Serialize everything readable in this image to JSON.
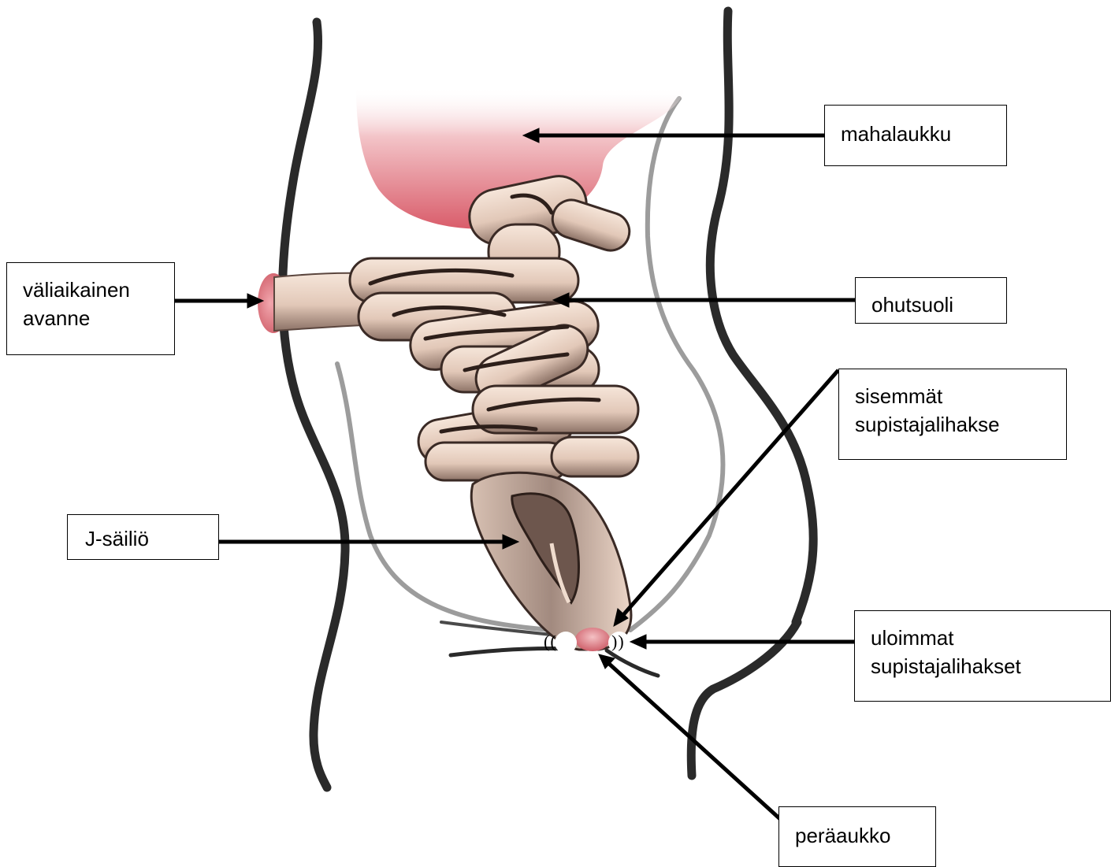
{
  "labels": {
    "mahalaukku": "mahalaukku",
    "valiaikainen_line1": "väliaikainen",
    "valiaikainen_line2": "avanne",
    "ohutsuoli": "ohutsuoli",
    "sisemmat_line1": "sisemmät",
    "sisemmat_line2": "supistajalihakse",
    "jsailio": "J-säiliö",
    "uloimmat_line1": "uloimmat",
    "uloimmat_line2": "supistajalihakset",
    "perauukko": "peräaukko"
  },
  "sphincter_marks": {
    "left": "((",
    "right": "))"
  },
  "colors": {
    "stomach": "#e0707c",
    "intestine": "#e8d2c4",
    "intestine_shadow": "#3a2a25",
    "pouch": "#8b7168",
    "body_outline": "#2d2d2d",
    "inner_outline": "#9a9a9a"
  }
}
